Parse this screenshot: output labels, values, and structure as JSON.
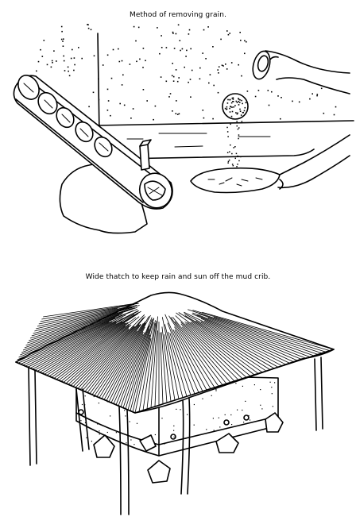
{
  "captions": {
    "top": "Method of removing grain.",
    "bottom": "Wide thatch to keep rain and sun off the mud crib."
  },
  "illustrations": {
    "top": "grain-removal-drawing",
    "bottom": "thatched-mud-crib-drawing"
  },
  "colors": {
    "ink": "#000000",
    "paper": "#ffffff"
  }
}
